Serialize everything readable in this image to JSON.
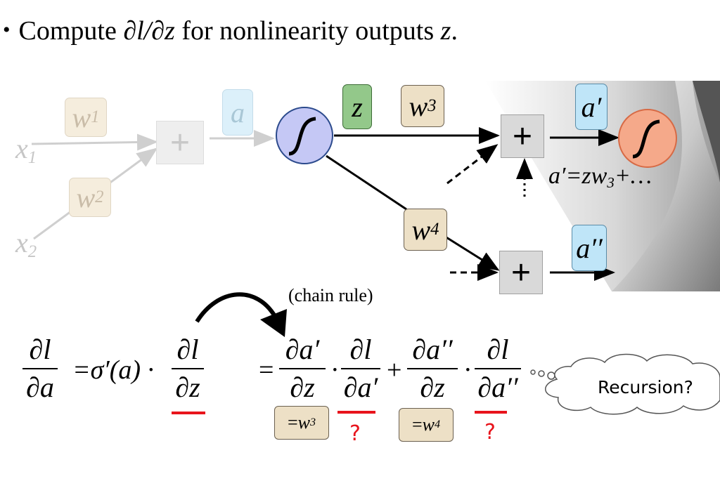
{
  "title": {
    "bullet": "•",
    "prefix": "Compute ",
    "expr": "∂l/∂z",
    "middle": " for nonlinearity outputs ",
    "var": "z",
    "suffix": "."
  },
  "network": {
    "inputs": [
      {
        "name": "x",
        "sub": "1"
      },
      {
        "name": "x",
        "sub": "2"
      }
    ],
    "weights_in": [
      {
        "name": "w",
        "sub": "1"
      },
      {
        "name": "w",
        "sub": "2"
      }
    ],
    "plus": "+",
    "a_label": "a",
    "z_label": "z",
    "w3": {
      "name": "w",
      "sub": "3"
    },
    "w4": {
      "name": "w",
      "sub": "4"
    },
    "a_prime": "a′",
    "a_double_prime": "a′′",
    "formula": {
      "lhs": "a′=zw",
      "sub": "3",
      "rest": "+…"
    }
  },
  "equation": {
    "lhs_num": "∂l",
    "lhs_den": "∂a",
    "middle": "=σ′(a) ·",
    "mid_num": "∂l",
    "mid_den": "∂z",
    "eq": "=",
    "t1_num": "∂a′",
    "t1_den": "∂z",
    "dot": "·",
    "t2_num": "∂l",
    "t2_den": "∂a′",
    "plus": "+",
    "t3_num": "∂a′′",
    "t3_den": "∂z",
    "t4_num": "∂l",
    "t4_den": "∂a′′",
    "badge1": {
      "eq": "=",
      "name": "w",
      "sub": "3"
    },
    "badge2": {
      "eq": "=",
      "name": "w",
      "sub": "4"
    },
    "question": "?",
    "chain_rule": "(chain rule)",
    "recursion": "Recursion?"
  },
  "colors": {
    "red": "#e8141c",
    "neuron_blue": "#c5c8f5",
    "neuron_orange": "#f5a98a"
  }
}
